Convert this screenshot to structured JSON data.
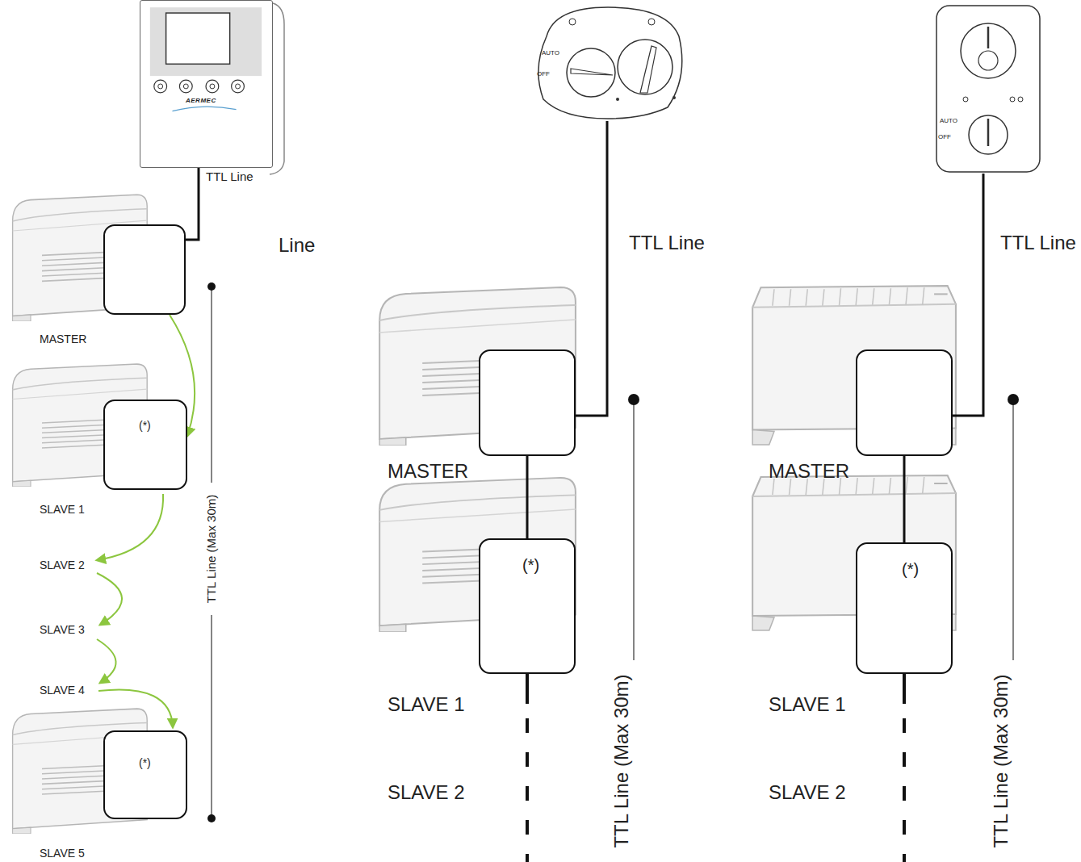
{
  "diagram": {
    "nodes": [
      {
        "text": [
          "AERMEC"
        ]
      },
      {
        "text": [
          "MASTER"
        ]
      },
      {
        "text": [
          "(*)",
          "SLAVE 1"
        ]
      },
      {
        "text": [
          "(*)",
          "SLAVE 5"
        ]
      },
      {
        "text": [
          "AUTO",
          "OFF"
        ]
      },
      {
        "text": [
          "MASTER"
        ]
      },
      {
        "text": [
          "(*)",
          "SLAVE 1"
        ]
      },
      {
        "text": [
          "AUTO",
          "OFF"
        ]
      },
      {
        "text": [
          "MASTER"
        ]
      },
      {
        "text": [
          "(*)",
          "SLAVE 1"
        ]
      }
    ],
    "edges": [
      {
        "from": 0,
        "to": 1,
        "arrow": "none",
        "label": "TTL Line"
      },
      {
        "from": 1,
        "to": 2,
        "arrow": "to"
      },
      {
        "from": 4,
        "to": 5,
        "arrow": "none",
        "label": "TTL Line"
      },
      {
        "from": 5,
        "to": 6,
        "arrow": "none"
      },
      {
        "from": 7,
        "to": 8,
        "arrow": "none",
        "label": "TTL Line"
      },
      {
        "from": 8,
        "to": 9,
        "arrow": "none"
      }
    ],
    "labels": [
      "Line",
      "SLAVE 2",
      "SLAVE 3",
      "SLAVE 4",
      "TTL Line (Max 30m)",
      "SLAVE 2",
      "TTL Line (Max 30m)",
      "SLAVE 2",
      "TTL Line (Max 30m)"
    ]
  }
}
